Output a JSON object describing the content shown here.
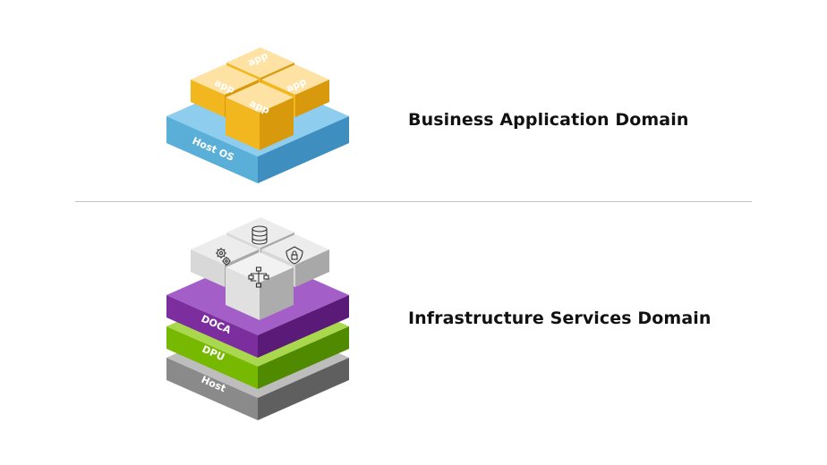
{
  "top_section": {
    "label": "Business Application Domain",
    "layer_label": "Host OS",
    "tile_label": "app"
  },
  "bottom_section": {
    "label": "Infrastructure Services Domain",
    "layers": {
      "doca": "DOCA",
      "dpu": "DPU",
      "host": "Host"
    },
    "service_tiles": {
      "back": "database-icon",
      "right": "shield-lock-icon",
      "left": "gears-icon",
      "front": "network-topology-icon"
    }
  },
  "colors": {
    "host_os_blue": "#5aafd9",
    "app_yellow": "#f2b71f",
    "doca_purple": "#7d2e9e",
    "dpu_green": "#76b900",
    "host_gray": "#8a8a8a",
    "service_tile_gray": "#d8d8d8",
    "divider": "#c3c3c3"
  }
}
